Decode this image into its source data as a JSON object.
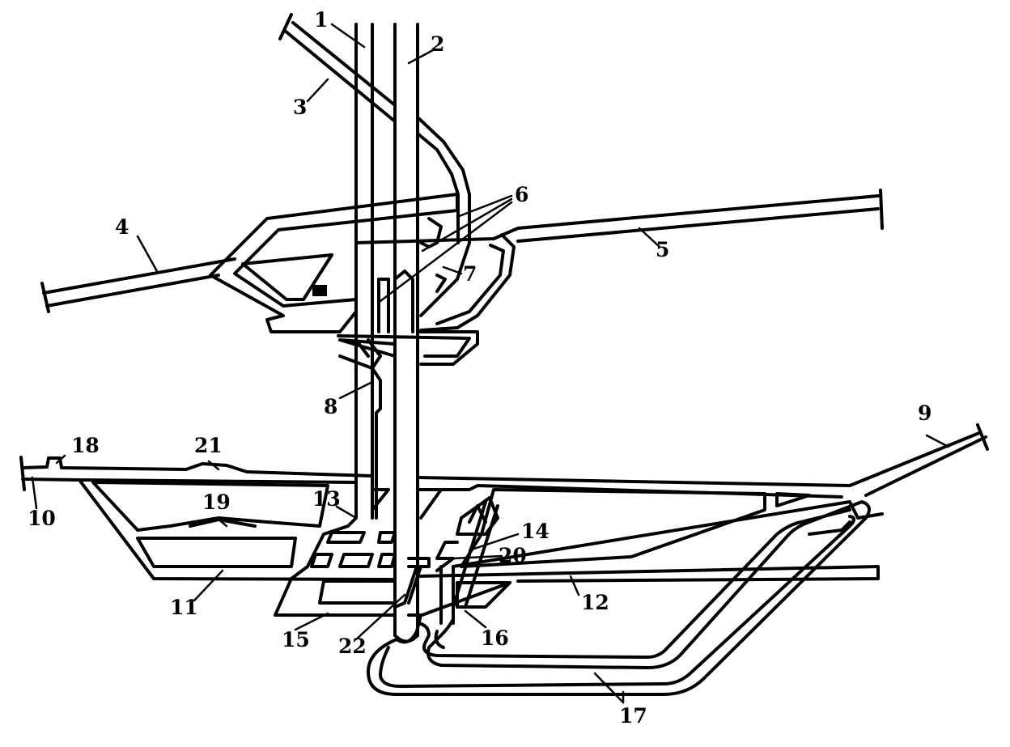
{
  "colors": {
    "ink": "#000000",
    "paper": "#ffffff"
  },
  "labels": [
    {
      "id": "1",
      "text": "1"
    },
    {
      "id": "2",
      "text": "2"
    },
    {
      "id": "3",
      "text": "3"
    },
    {
      "id": "4",
      "text": "4"
    },
    {
      "id": "5",
      "text": "5"
    },
    {
      "id": "6",
      "text": "6"
    },
    {
      "id": "7",
      "text": "7"
    },
    {
      "id": "8",
      "text": "8"
    },
    {
      "id": "9",
      "text": "9"
    },
    {
      "id": "10",
      "text": "10"
    },
    {
      "id": "11",
      "text": "11"
    },
    {
      "id": "12",
      "text": "12"
    },
    {
      "id": "13",
      "text": "13"
    },
    {
      "id": "14",
      "text": "14"
    },
    {
      "id": "15",
      "text": "15"
    },
    {
      "id": "16",
      "text": "16"
    },
    {
      "id": "17",
      "text": "17"
    },
    {
      "id": "18",
      "text": "18"
    },
    {
      "id": "19",
      "text": "19"
    },
    {
      "id": "20",
      "text": "20"
    },
    {
      "id": "21",
      "text": "21"
    },
    {
      "id": "22",
      "text": "22"
    }
  ]
}
